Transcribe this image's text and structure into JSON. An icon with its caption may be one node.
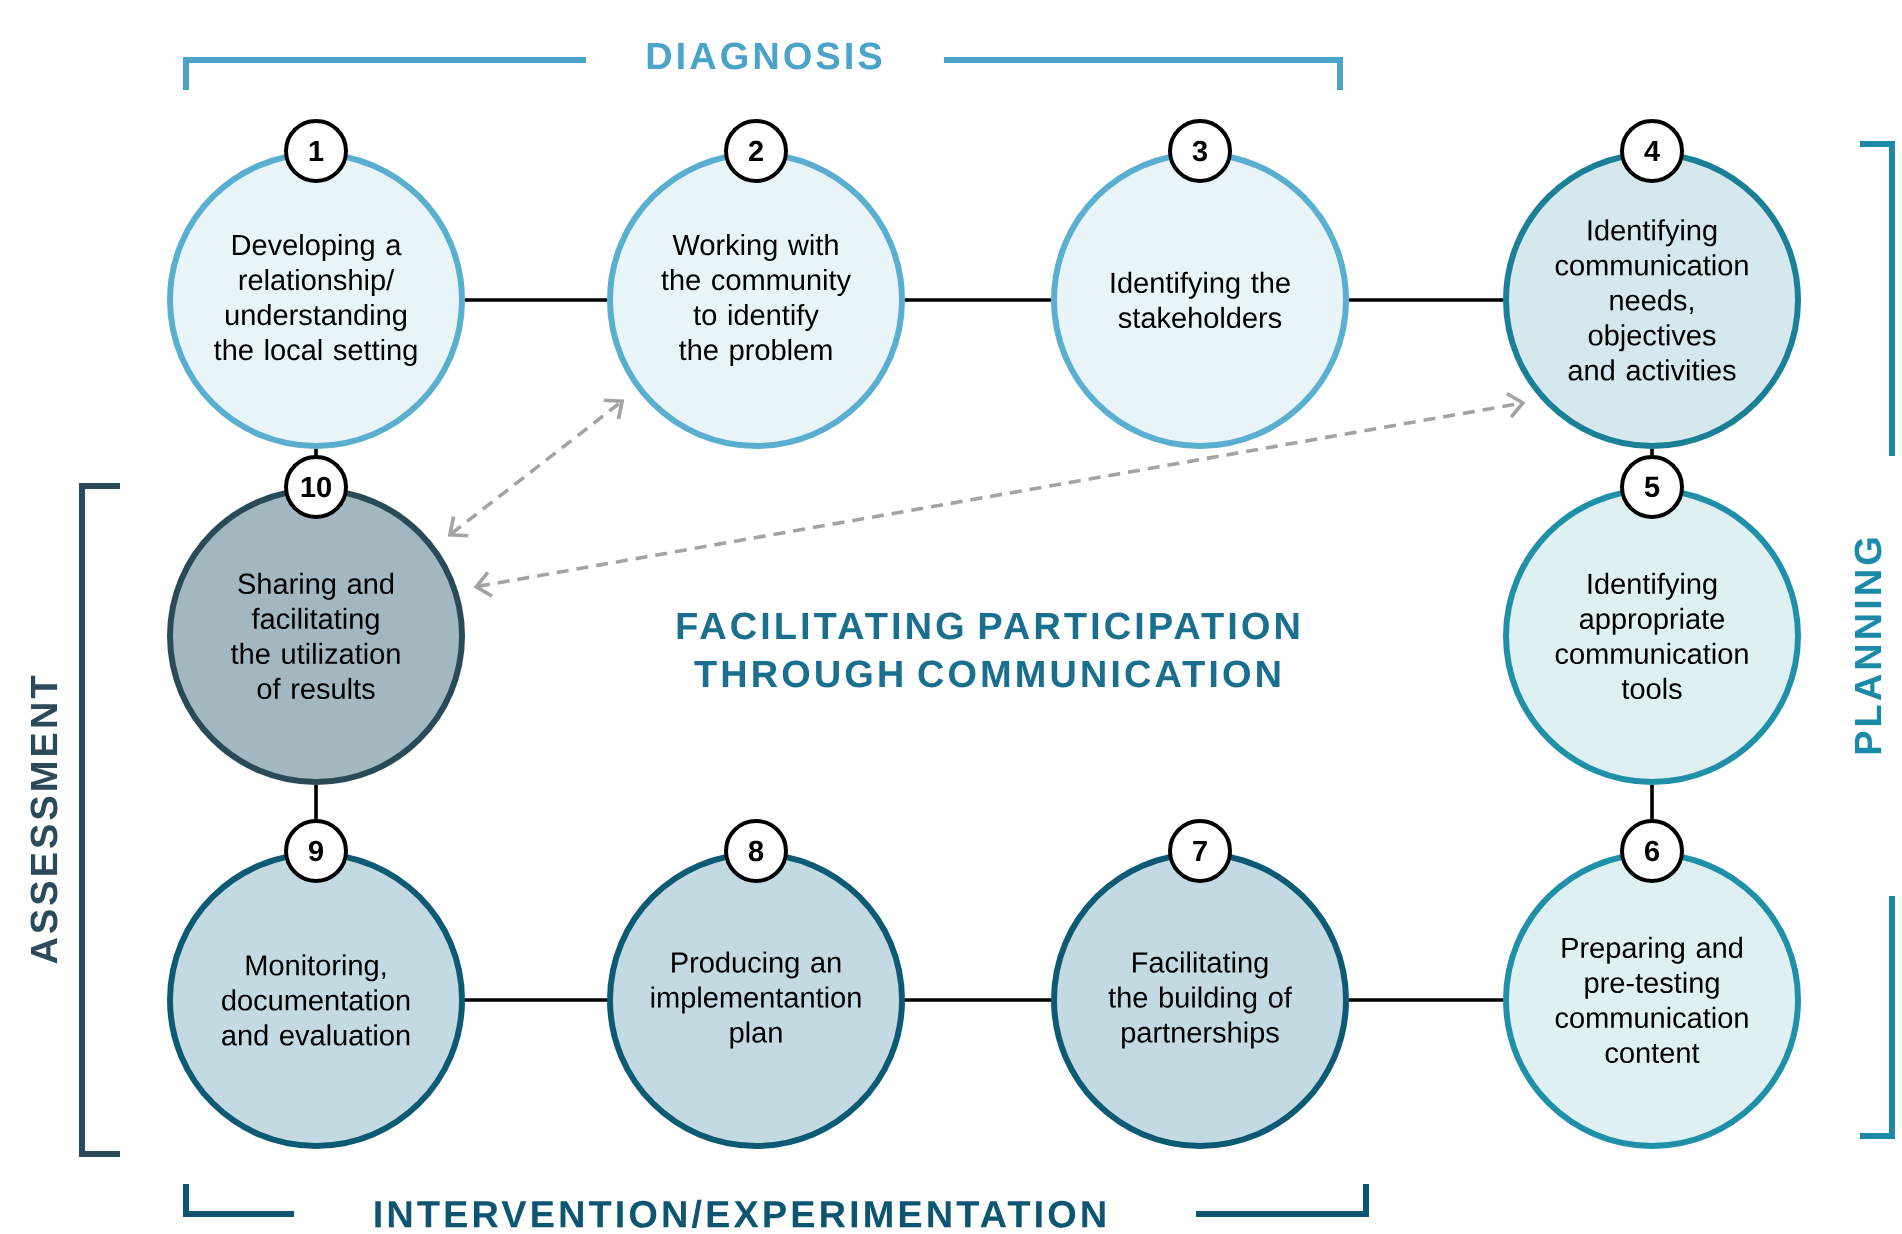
{
  "diagram": {
    "title": "FACILITATING PARTICIPATION THROUGH COMMUNICATION",
    "nodes": [
      {
        "text": [
          "1",
          "Developing a relationship/ understanding the local setting"
        ]
      },
      {
        "text": [
          "2",
          "Working with the community to identify the problem"
        ]
      },
      {
        "text": [
          "3",
          "Identifying the stakeholders"
        ]
      },
      {
        "text": [
          "4",
          "Identifying communication needs, objectives and activities"
        ]
      },
      {
        "text": [
          "5",
          "Identifying appropriate communication tools"
        ]
      },
      {
        "text": [
          "6",
          "Preparing and pre-testing communication content"
        ]
      },
      {
        "text": [
          "7",
          "Facilitating the building of partnerships"
        ]
      },
      {
        "text": [
          "8",
          "Producing an implementantion plan"
        ]
      },
      {
        "text": [
          "9",
          "Monitoring, documentation and evaluation"
        ]
      },
      {
        "text": [
          "10",
          "Sharing and facilitating the utilization of results"
        ]
      }
    ],
    "edges": [
      {
        "from": 0,
        "to": 1,
        "arrow": "none"
      },
      {
        "from": 1,
        "to": 2,
        "arrow": "none"
      },
      {
        "from": 2,
        "to": 3,
        "arrow": "none"
      },
      {
        "from": 3,
        "to": 4,
        "arrow": "none"
      },
      {
        "from": 4,
        "to": 5,
        "arrow": "none"
      },
      {
        "from": 5,
        "to": 6,
        "arrow": "none"
      },
      {
        "from": 6,
        "to": 7,
        "arrow": "none"
      },
      {
        "from": 7,
        "to": 8,
        "arrow": "none"
      },
      {
        "from": 8,
        "to": 9,
        "arrow": "none"
      },
      {
        "from": 9,
        "to": 0,
        "arrow": "none"
      },
      {
        "from": 9,
        "to": 1,
        "arrow": "both",
        "style": "dashed",
        "color": "#a3a3a3"
      },
      {
        "from": 9,
        "to": 3,
        "arrow": "both",
        "style": "dashed",
        "color": "#a3a3a3"
      }
    ],
    "labels": [
      "DIAGNOSIS",
      "PLANNING",
      "ASSESSMENT",
      "INTERVENTION/EXPERIMENTATION"
    ]
  }
}
